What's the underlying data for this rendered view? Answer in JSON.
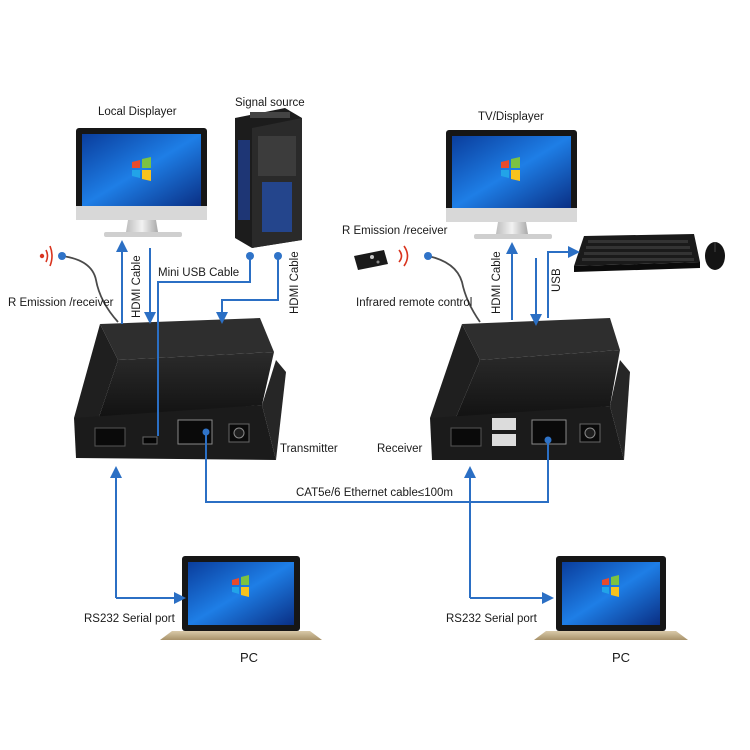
{
  "labels": {
    "local_displayer": "Local Displayer",
    "signal_source": "Signal source",
    "tv_displayer": "TV/Displayer",
    "r_emission_left": "R Emission /receiver",
    "r_emission_right": "R Emission /receiver",
    "infrared_remote": "Infrared remote control",
    "hdmi_cable_1": "HDMI Cable",
    "hdmi_cable_2": "HDMI Cable",
    "hdmi_cable_3": "HDMI Cable",
    "mini_usb_cable": "Mini USB Cable",
    "usb": "USB",
    "transmitter": "Transmitter",
    "receiver": "Receiver",
    "cat_cable": "CAT5e/6 Ethernet cable≤100m",
    "rs232_left": "RS232 Serial port",
    "rs232_right": "RS232 Serial port",
    "pc_left": "PC",
    "pc_right": "PC"
  },
  "colors": {
    "arrow": "#2b6fc4",
    "dot": "#2f73c8",
    "device": "#1f1f1f",
    "screen": "#1c6fd6"
  },
  "icons": [
    "monitor-icon",
    "tower-pc-icon",
    "laptop-icon",
    "keyboard-icon",
    "mouse-icon",
    "ir-remote-icon",
    "ir-signal-icon",
    "hdmi-extender-icon"
  ]
}
